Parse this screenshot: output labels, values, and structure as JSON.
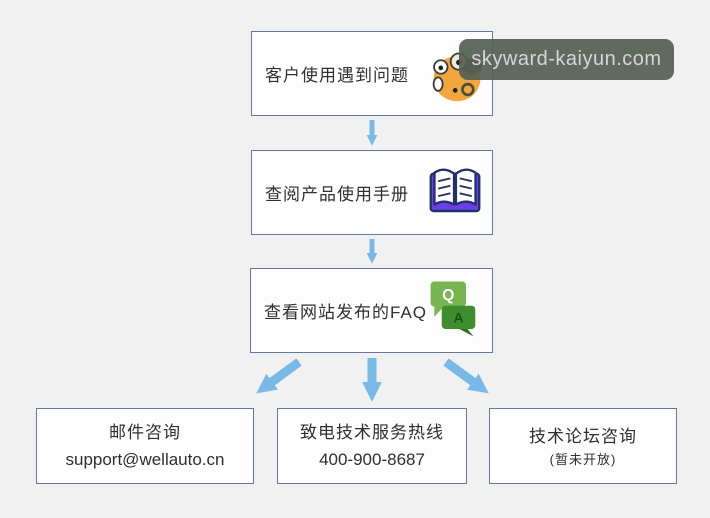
{
  "watermark": {
    "text": "skyward-kaiyun.com"
  },
  "flow": {
    "steps": [
      {
        "label": "客户使用遇到问题",
        "icon": "worried-face-icon"
      },
      {
        "label": "查阅产品使用手册",
        "icon": "open-book-icon"
      },
      {
        "label": "查看网站发布的FAQ",
        "icon": "qa-bubbles-icon"
      }
    ],
    "qa": {
      "q": "Q",
      "a": "A"
    },
    "outcomes": [
      {
        "line1": "邮件咨询",
        "line2": "support@wellauto.cn"
      },
      {
        "line1": "致电技术服务热线",
        "line2": "400-900-8687"
      },
      {
        "line1": "技术论坛咨询",
        "line2": "(暂未开放)"
      }
    ]
  },
  "colors": {
    "background": "#F1F1F2",
    "box_border": "#64789F",
    "box_fill": "#FDFDFD",
    "arrow_blue": "#7AB8E6",
    "watermark_bg": "#545E52",
    "watermark_text": "#D9D3DE",
    "emoji_orange": "#F2A640",
    "book_purple": "#6C3FE4",
    "book_outline": "#22306B",
    "qa_green_light": "#76B54F",
    "qa_green_dark": "#3F8D2C",
    "text": "#2F2F2F"
  }
}
